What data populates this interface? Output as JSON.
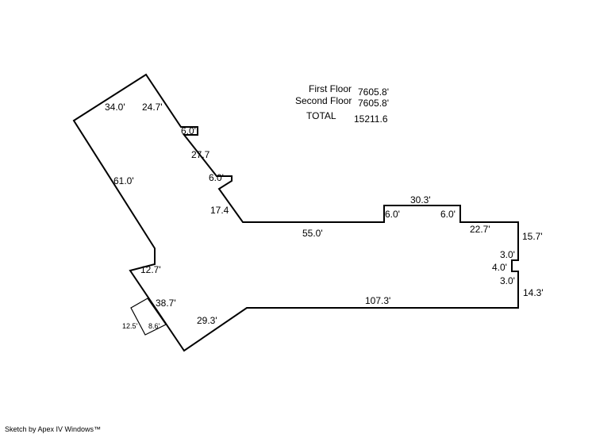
{
  "area_summary": {
    "first_floor_label": "First Floor",
    "first_floor_value": "7605.8'",
    "second_floor_label": "Second Floor",
    "second_floor_value": "7605.8'",
    "total_label": "TOTAL",
    "total_value": "15211.6"
  },
  "dimensions": {
    "d_34_0": "34.0'",
    "d_24_7": "24.7'",
    "d_6_0_a": "6.0'",
    "d_27_7": "27.7",
    "d_6_0_b": "6.0'",
    "d_61_0": "61.0'",
    "d_17_4": "17.4",
    "d_55_0": "55.0'",
    "d_6_0_c": "6.0'",
    "d_30_3": "30.3'",
    "d_6_0_d": "6.0'",
    "d_22_7": "22.7'",
    "d_15_7": "15.7'",
    "d_3_0_a": "3.0'",
    "d_4_0": "4.0'",
    "d_3_0_b": "3.0'",
    "d_14_3": "14.3'",
    "d_107_3": "107.3'",
    "d_12_7": "12.7'",
    "d_38_7": "38.7'",
    "d_29_3": "29.3'",
    "d_12_5": "12.5'",
    "d_8_6": "8.6'"
  },
  "credit": "Sketch by Apex IV Windows™"
}
